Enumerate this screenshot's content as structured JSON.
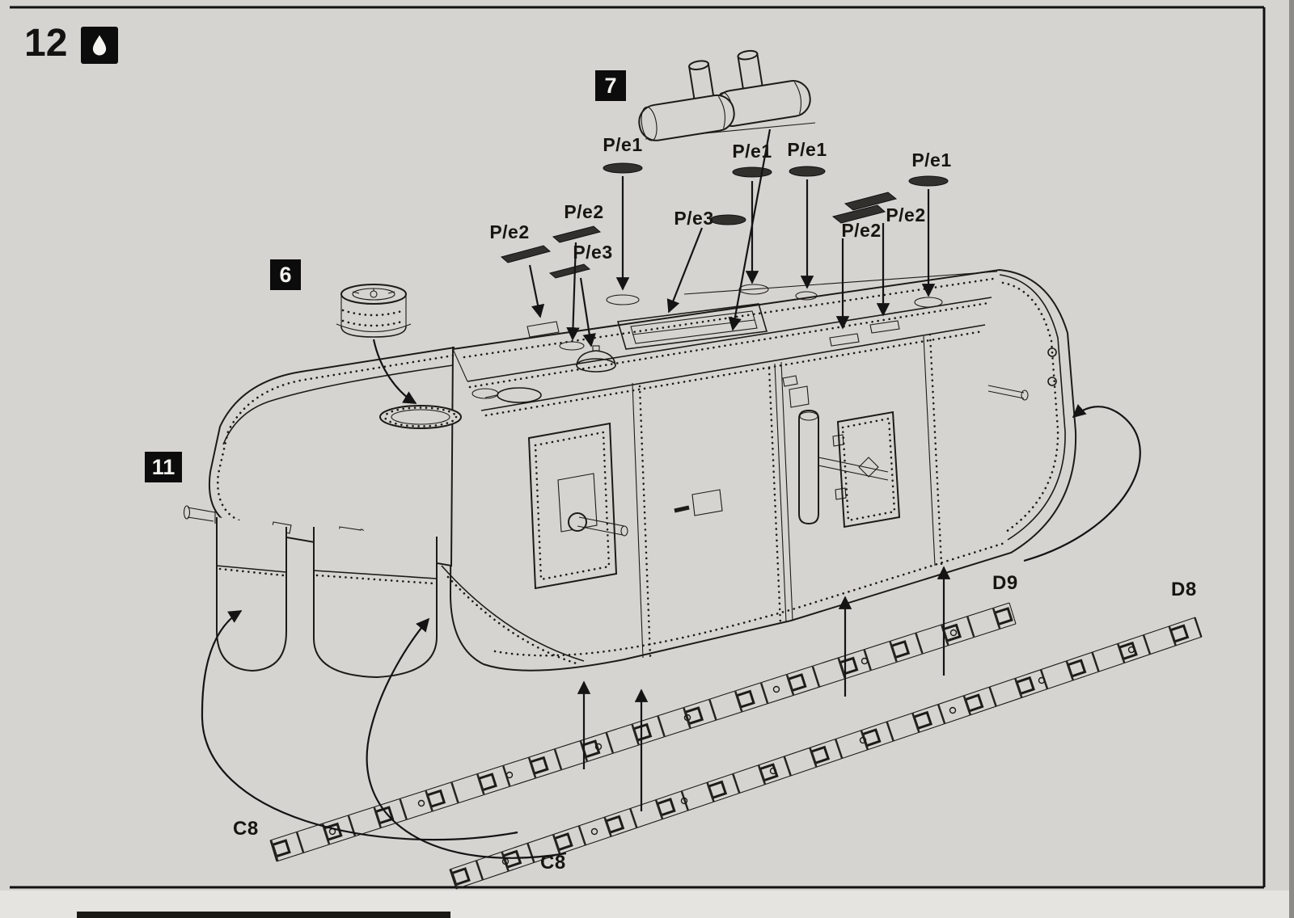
{
  "page": {
    "background": "#d6d4d1",
    "ink": "#1d1b18"
  },
  "step": {
    "number": "12",
    "icon": "glue-drop-icon"
  },
  "part_boxes": {
    "part7": "7",
    "part6": "6",
    "part11": "11"
  },
  "pe_labels": {
    "pe1_a": "P/e1",
    "pe1_b": "P/e1",
    "pe1_c": "P/e1",
    "pe1_d": "P/e1",
    "pe2_a": "P/e2",
    "pe2_b": "P/e2",
    "pe2_c": "P/e2",
    "pe2_d": "P/e2",
    "pe3_a": "P/e3",
    "pe3_b": "P/e3"
  },
  "track_labels": {
    "c8_front": "C8",
    "c8_rear": "C8",
    "d9": "D9",
    "d8": "D8"
  }
}
